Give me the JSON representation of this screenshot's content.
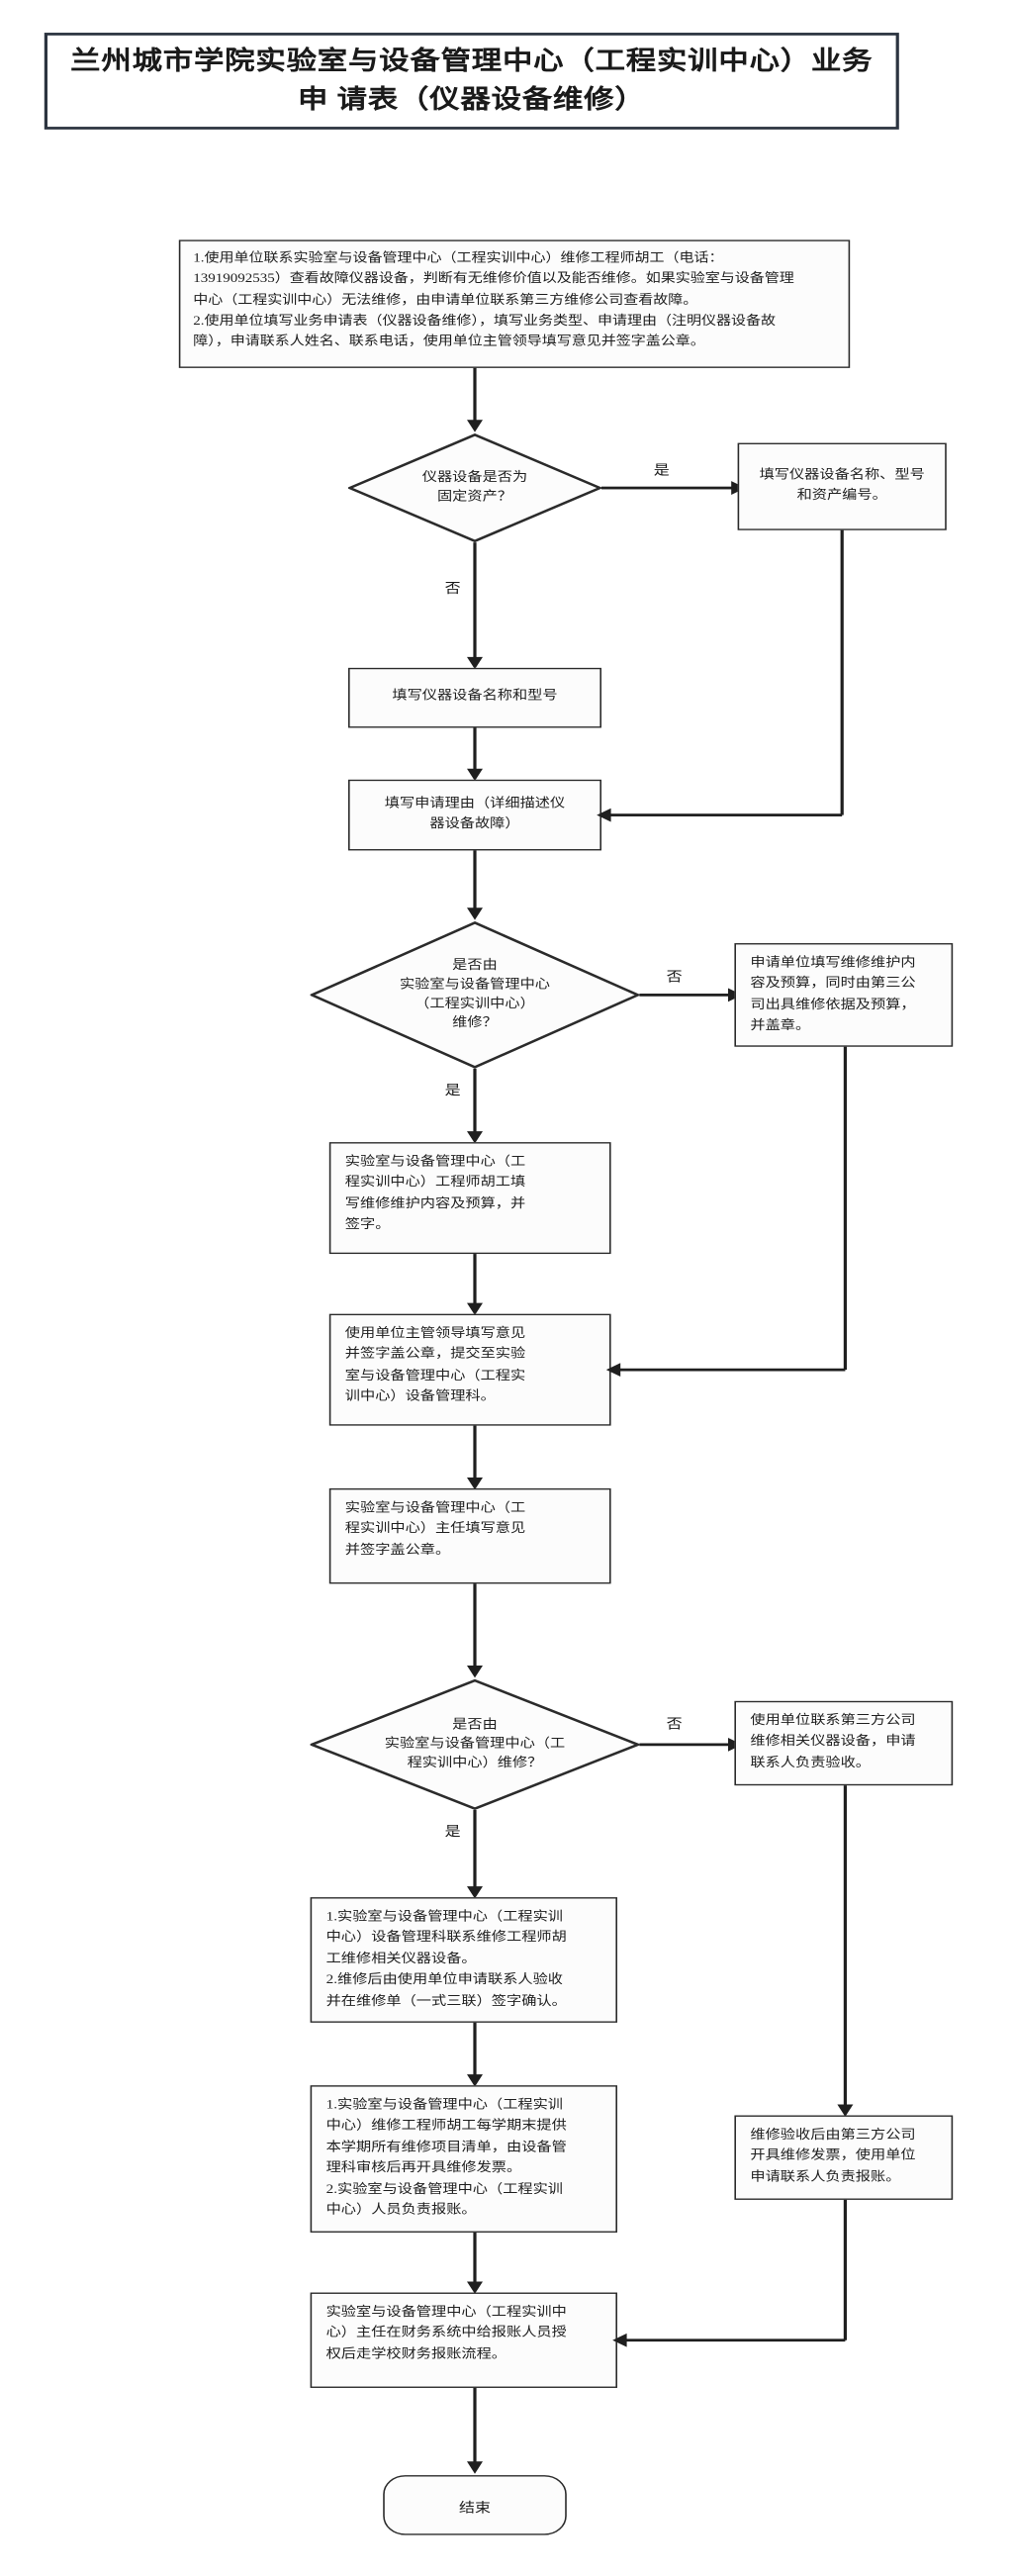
{
  "document": {
    "title": "兰州城市学院实验室与设备管理中心（工程实训中心）业务申\n请表（仪器设备维修）",
    "type": "flowchart"
  },
  "instructions": {
    "text": "1.使用单位联系实验室与设备管理中心（工程实训中心）维修工程师胡工（电话：\n13919092535）查看故障仪器设备，判断有无维修价值以及能否维修。如果实验室与设备管理\n中心（工程实训中心）无法维修，由申请单位联系第三方维修公司查看故障。\n2.使用单位填写业务申请表（仪器设备维修），填写业务类型、申请理由（注明仪器设备故\n障），申请联系人姓名、联系电话，使用单位主管领导填写意见并签字盖公章。"
  },
  "nodes": {
    "decision_fixed_asset": "仪器设备是否为\n固定资产？",
    "fill_asset_info": "填写仪器设备名称、型号\n和资产编号。",
    "fill_name_model": "填写仪器设备名称和型号",
    "fill_reason": "填写申请理由（详细描述仪\n器设备故障）",
    "decision_repair_by_center_1": "是否由\n实验室与设备管理中心\n（工程实训中心）\n维修？",
    "third_party_quote": "申请单位填写维修维护内\n容及预算，同时由第三公\n司出具维修依据及预算，\n并盖章。",
    "engineer_fill_budget": "实验室与设备管理中心（工\n程实训中心）工程师胡工填\n写维修维护内容及预算，并\n签字。",
    "leader_opinion": "使用单位主管领导填写意见\n并签字盖公章，提交至实验\n室与设备管理中心（工程实\n训中心）设备管理科。",
    "director_opinion": "实验室与设备管理中心（工\n程实训中心）主任填写意见\n并签字盖公章。",
    "decision_repair_by_center_2": "是否由\n实验室与设备管理中心（工\n程实训中心）维修？",
    "third_party_repair": "使用单位联系第三方公司\n维修相关仪器设备，申请\n联系人负责验收。",
    "center_repair_accept": "1.实验室与设备管理中心（工程实训\n中心）设备管理科联系维修工程师胡\n工维修相关仪器设备。\n2.维修后由使用单位申请联系人验收\n并在维修单（一式三联）签字确认。",
    "invoice_process": "1.实验室与设备管理中心（工程实训\n中心）维修工程师胡工每学期末提供\n本学期所有维修项目清单，由设备管\n理科审核后再开具维修发票。\n2.实验室与设备管理中心（工程实训\n中心）人员负责报账。",
    "third_party_invoice": "维修验收后由第三方公司\n开具维修发票，使用单位\n申请联系人负责报账。",
    "finance_authorize": "实验室与设备管理中心（工程实训中\n心）主任在财务系统中给报账人员授\n权后走学校财务报账流程。",
    "end": "结束"
  },
  "edge_labels": {
    "yes_1": "是",
    "no_1": "否",
    "no_2": "否",
    "yes_2": "是",
    "no_3": "否",
    "yes_3": "是"
  },
  "colors": {
    "border": "#2b2b2b",
    "title_border": "#2c3440",
    "line": "#1f1f1f",
    "background": "#ffffff",
    "node_fill": "#fcfcfc"
  }
}
